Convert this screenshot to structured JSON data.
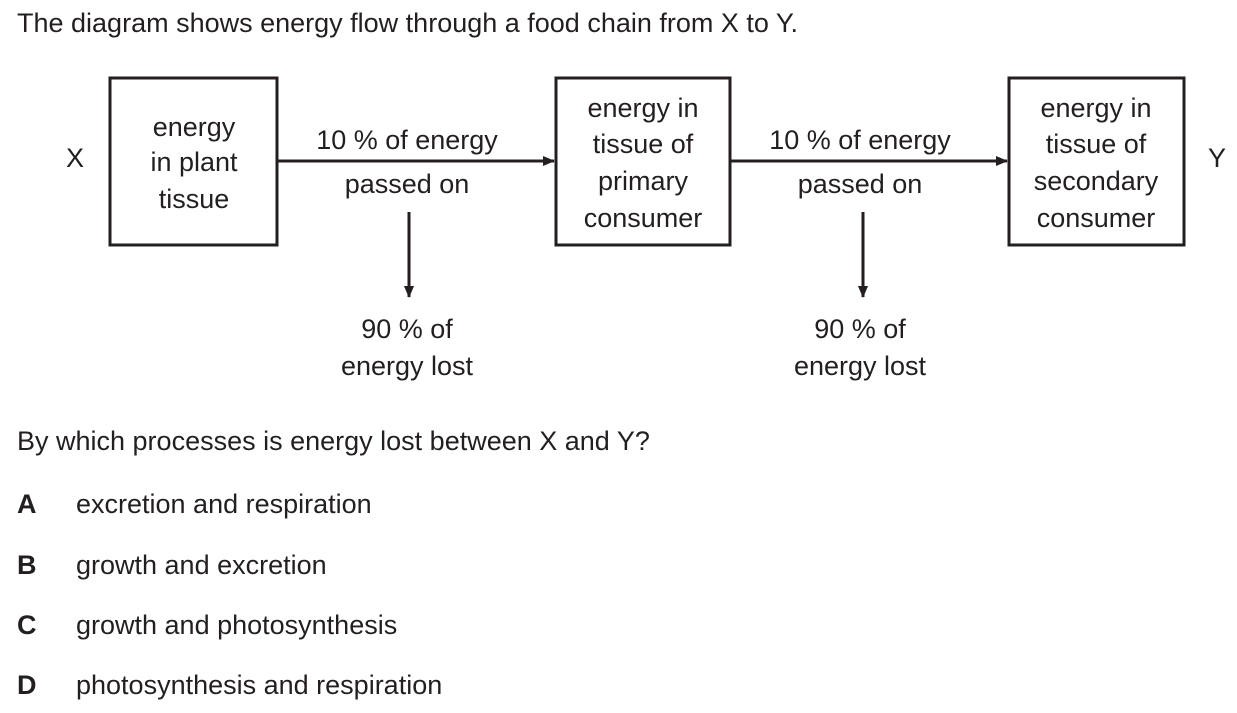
{
  "intro": "The diagram shows energy flow through a food chain from X to Y.",
  "diagram": {
    "start_label": "X",
    "end_label": "Y",
    "boxes": [
      {
        "lines": [
          "energy",
          "in plant",
          "tissue"
        ]
      },
      {
        "lines": [
          "energy in",
          "tissue of",
          "primary",
          "consumer"
        ]
      },
      {
        "lines": [
          "energy in",
          "tissue of",
          "secondary",
          "consumer"
        ]
      }
    ],
    "transfers": [
      {
        "passed_lines": [
          "10 % of energy",
          "passed on"
        ],
        "lost_lines": [
          "90 % of",
          "energy lost"
        ]
      },
      {
        "passed_lines": [
          "10 % of energy",
          "passed on"
        ],
        "lost_lines": [
          "90 % of",
          "energy lost"
        ]
      }
    ]
  },
  "question": "By which processes is energy lost between X and Y?",
  "options": [
    {
      "letter": "A",
      "text": "excretion and respiration"
    },
    {
      "letter": "B",
      "text": "growth and excretion"
    },
    {
      "letter": "C",
      "text": "growth and photosynthesis"
    },
    {
      "letter": "D",
      "text": "photosynthesis and respiration"
    }
  ]
}
